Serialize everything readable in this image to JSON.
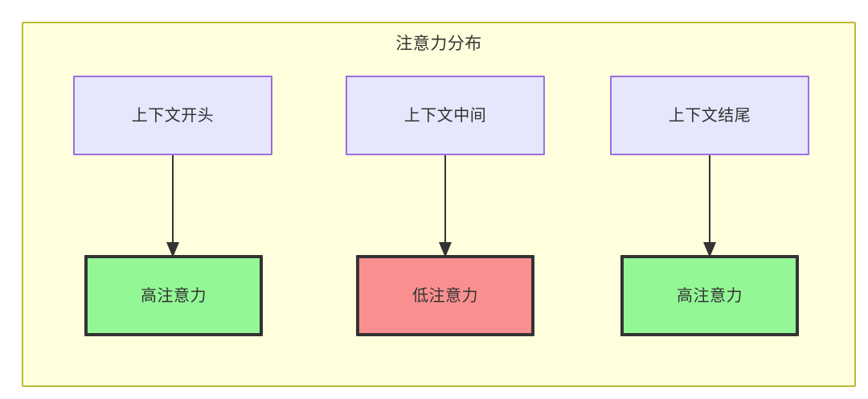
{
  "diagram": {
    "type": "flowchart",
    "title": "注意力分布",
    "container": {
      "name": "attention-distribution-group",
      "fill_color": "#ffffdd",
      "border_color": "#bbbb33"
    },
    "palette": {
      "source_fill": "#e6e6fd",
      "source_border": "#9d6fe0",
      "high_attention_fill": "#93f796",
      "low_attention_fill": "#fa8f8f",
      "outcome_border": "#333333",
      "text_color": "#333333"
    },
    "columns": [
      {
        "source_label": "上下文开头",
        "outcome_label": "高注意力",
        "outcome_level": "high"
      },
      {
        "source_label": "上下文中间",
        "outcome_label": "低注意力",
        "outcome_level": "low"
      },
      {
        "source_label": "上下文结尾",
        "outcome_label": "高注意力",
        "outcome_level": "high"
      }
    ]
  }
}
